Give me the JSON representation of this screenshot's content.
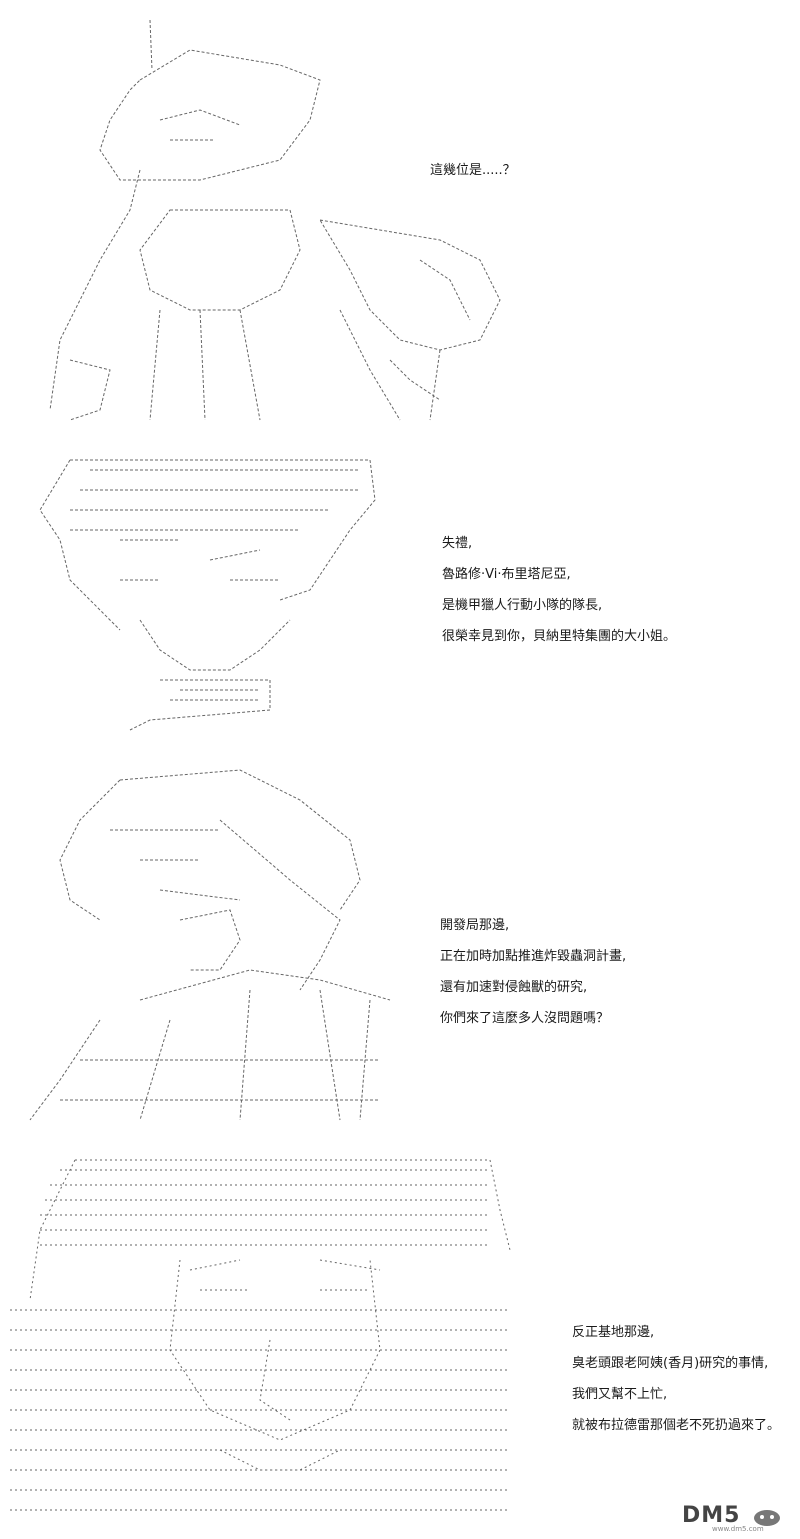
{
  "panels": [
    {
      "lines": [
        "這幾位是.....？"
      ]
    },
    {
      "lines": [
        "失禮,",
        "魯路修·Vi·布里塔尼亞,",
        "是機甲獵人行動小隊的隊長,",
        "很榮幸見到你，貝納里特集團的大小姐。"
      ]
    },
    {
      "lines": [
        "開發局那邊,",
        "正在加時加點推進炸毀蟲洞計畫,",
        "還有加速對侵蝕獸的研究,",
        "你們來了這麼多人沒問題嗎？"
      ]
    },
    {
      "lines": [
        "反正基地那邊,",
        "臭老頭跟老阿姨(香月)研究的事情,",
        "我們又幫不上忙,",
        "就被布拉德雷那個老不死扔過來了。"
      ]
    }
  ],
  "logo": {
    "text": "DM5",
    "sub": "www.dm5.com",
    "icon": "mascot-icon"
  }
}
